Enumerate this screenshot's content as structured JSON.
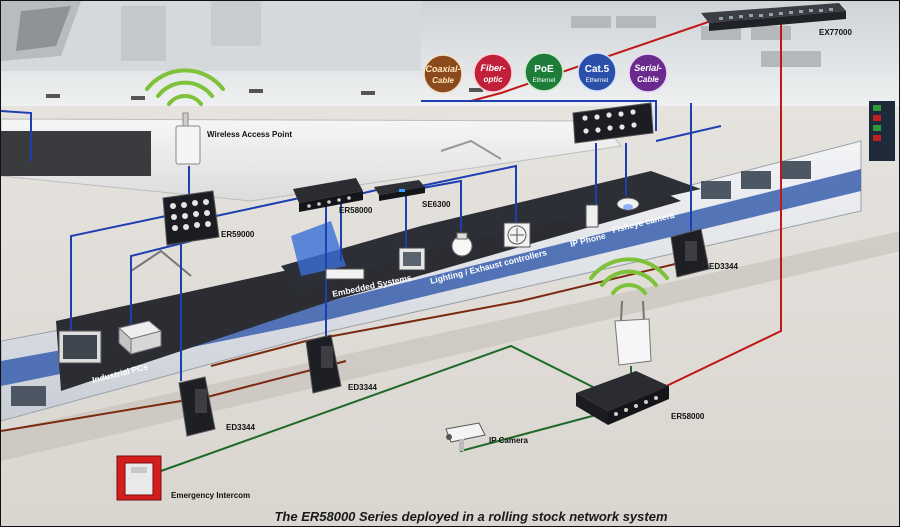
{
  "legend": [
    {
      "line1": "Coaxial-",
      "line2": "Cable",
      "color": "#8a4a1e"
    },
    {
      "line1": "Fiber-",
      "line2": "optic",
      "color": "#c0203a"
    },
    {
      "line1": "PoE",
      "line2": "Ethernet",
      "color": "#1f7d3a"
    },
    {
      "line1": "Cat.5",
      "line2": "Ethernet",
      "color": "#2a4fa8"
    },
    {
      "line1": "Serial-",
      "line2": "Cable",
      "color": "#6a2a8e"
    }
  ],
  "labels": {
    "ex77000": "EX77000",
    "wap": "Wireless Access Point",
    "er59000": "ER59000",
    "er58000_top": "ER58000",
    "se6300": "SE6300",
    "embedded": "Embedded Systems",
    "lighting": "Lighting / Exhaust controllers",
    "ip_phone": "IP Phone",
    "fisheye": "Fisheye camera",
    "ed3344_right": "ED3344",
    "ed3344_mid": "ED3344",
    "ed3344_left": "ED3344",
    "industrial_pcs": "Industrial PCs",
    "er58000_bottom": "ER58000",
    "ip_camera": "IP Camera",
    "intercom": "Emergency Intercom"
  },
  "caption": "The ER58000 Series deployed in a rolling stock network system",
  "colors": {
    "cat5": "#1e3fb0",
    "fiber": "#c01818",
    "poe": "#1f6a2a",
    "coax": "#7a2a10",
    "wifi": "#7ec23a",
    "train": "#2b2d33"
  }
}
